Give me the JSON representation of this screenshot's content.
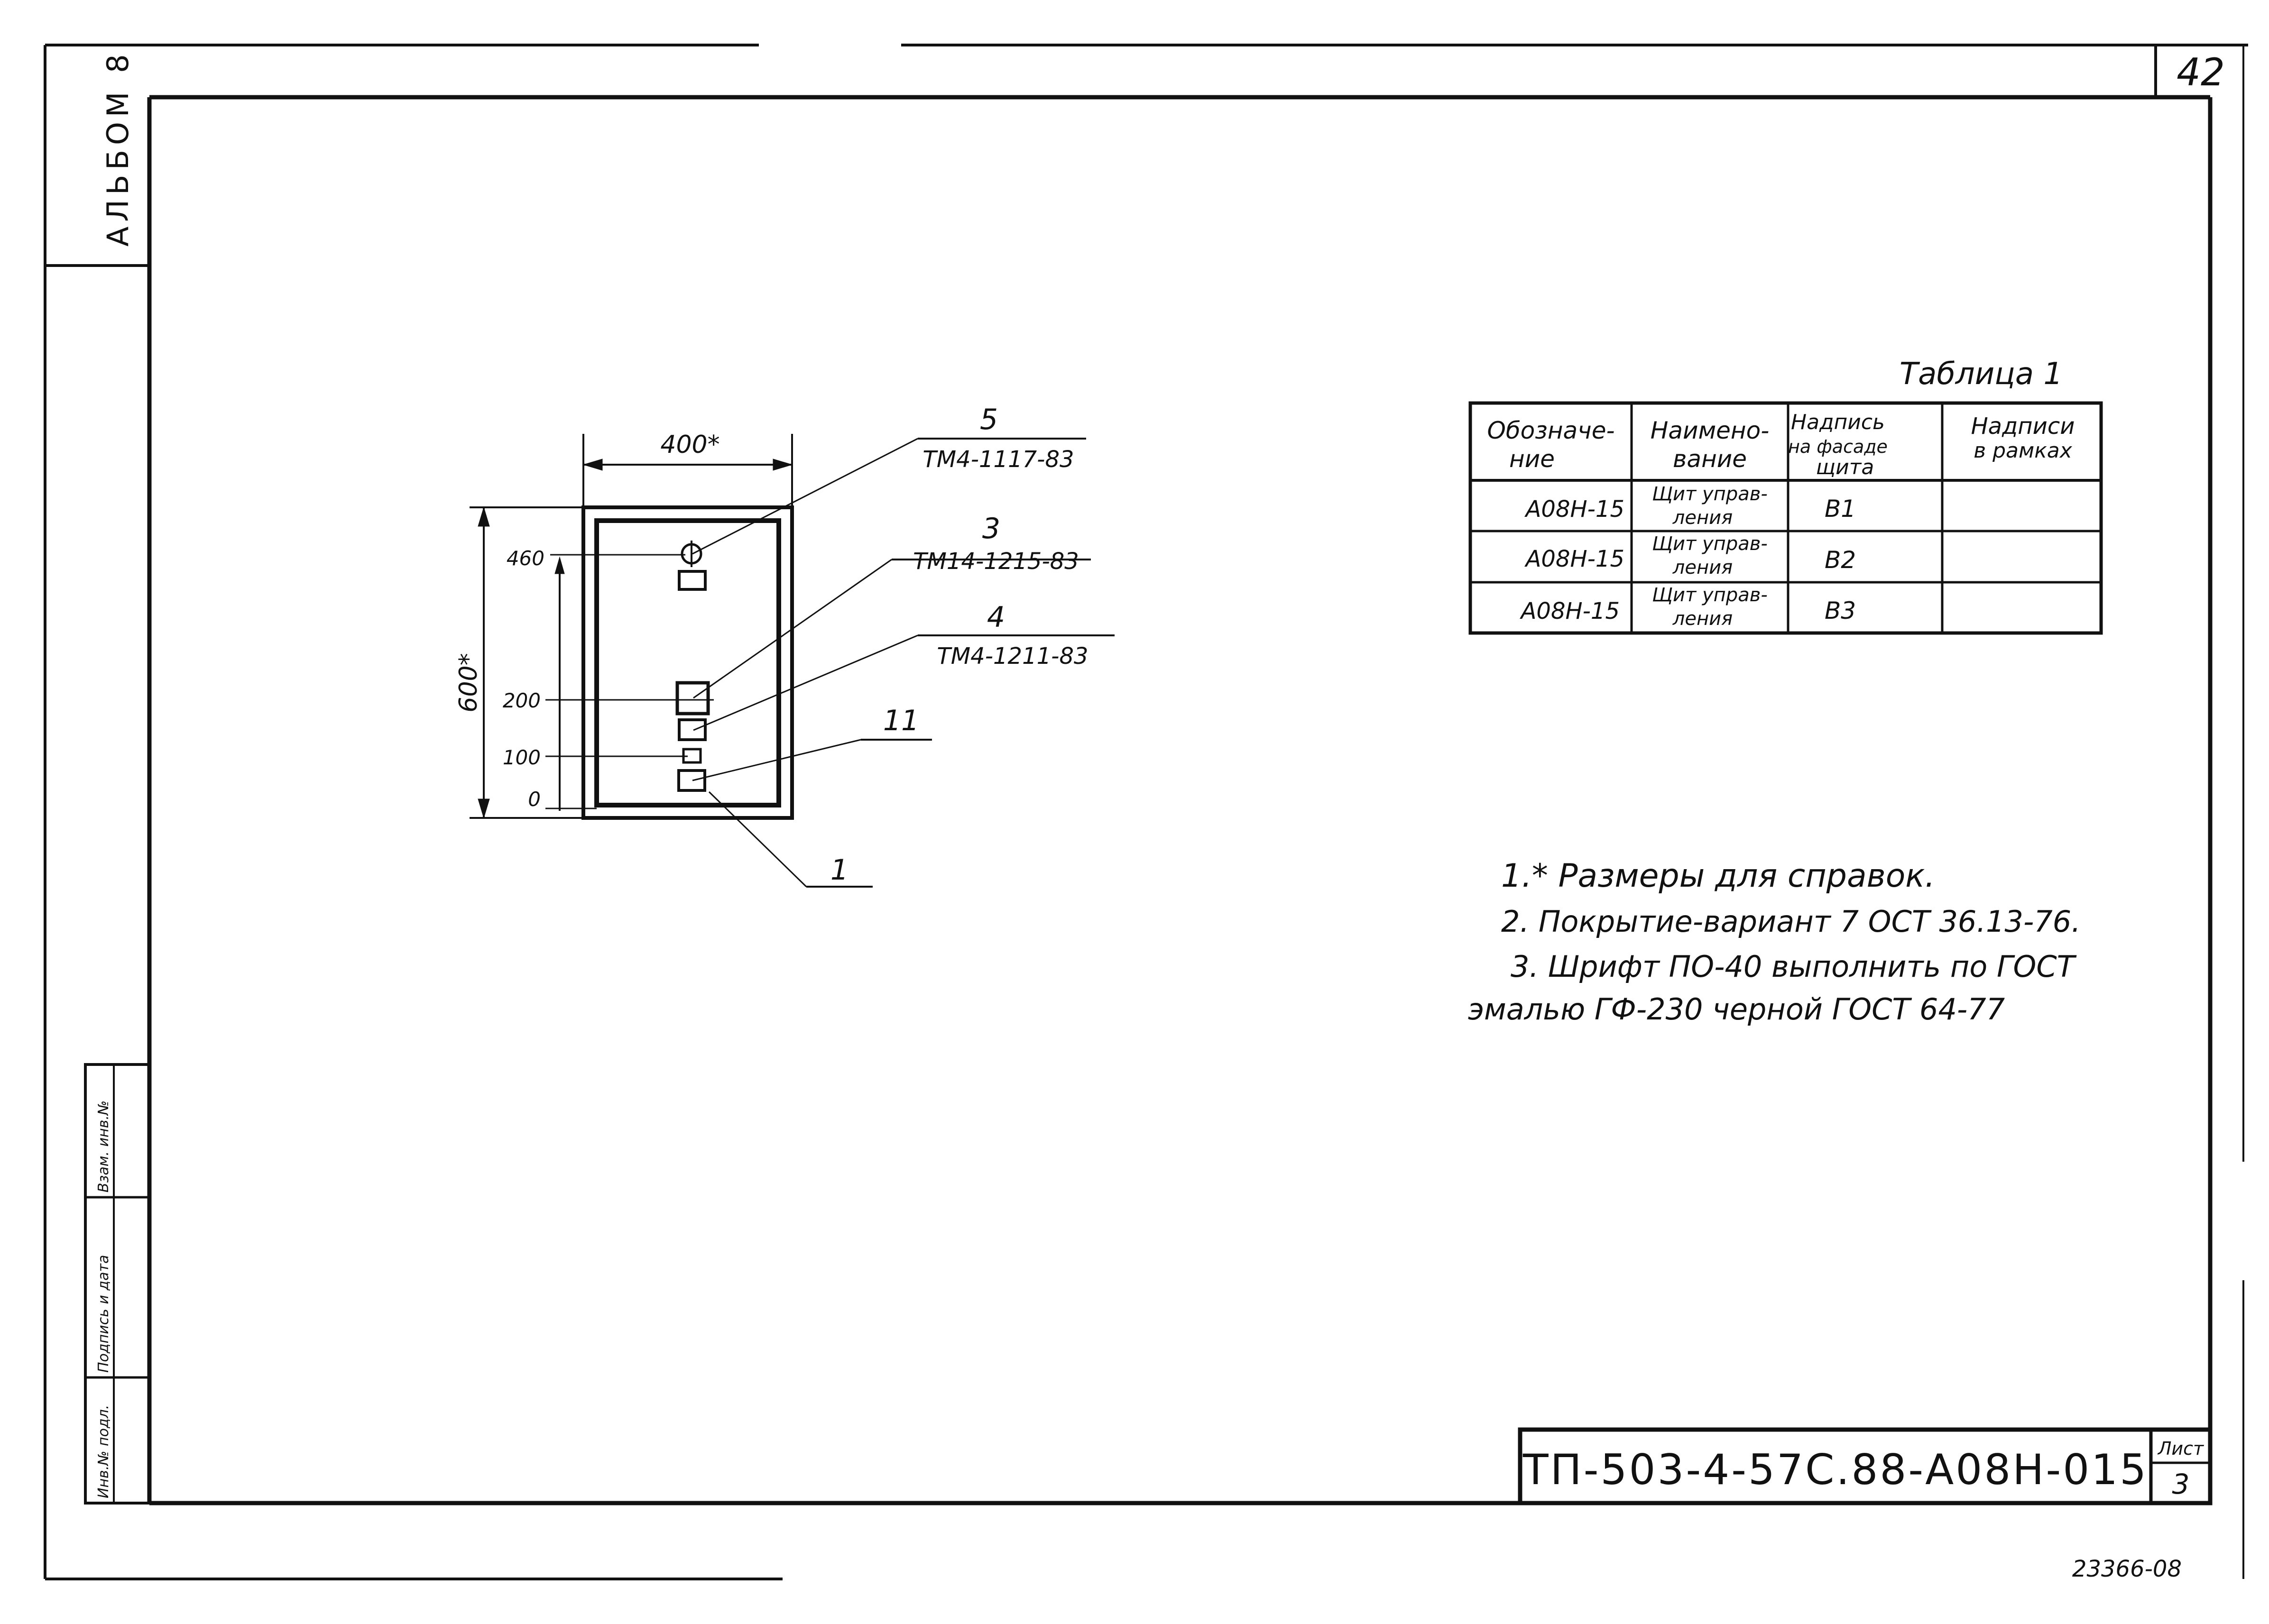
{
  "album_label": "АЛЬБОМ 8",
  "page_number": "42",
  "side_stamp": {
    "inventory_no": "Инв.№ подл.",
    "signature_date": "Подпись и дата",
    "replacement_no": "Взам. инв.№"
  },
  "drawing": {
    "width_dim": "400*",
    "height_dim": "600*",
    "y_marks": [
      "460",
      "200",
      "100",
      "0"
    ],
    "callouts": [
      {
        "number": "5",
        "code": "ТМ4-1117-83"
      },
      {
        "number": "3",
        "code": "ТМ14-1215-83"
      },
      {
        "number": "4",
        "code": "ТМ4-1211-83"
      },
      {
        "number": "11",
        "code": ""
      },
      {
        "number": "1",
        "code": ""
      }
    ]
  },
  "table": {
    "caption": "Таблица 1",
    "headers": [
      [
        "Обозначе-",
        "ние"
      ],
      [
        "Наимено-",
        "вание"
      ],
      [
        "Надпись",
        "на фасаде",
        "щита"
      ],
      [
        "Надписи",
        "в рамках"
      ]
    ],
    "rows": [
      {
        "designation": "А08Н-15",
        "name": [
          "Щит управ-",
          "ления"
        ],
        "facade": "В1",
        "frames": ""
      },
      {
        "designation": "А08Н-15",
        "name": [
          "Щит управ-",
          "ления"
        ],
        "facade": "В2",
        "frames": ""
      },
      {
        "designation": "А08Н-15",
        "name": [
          "Щит управ-",
          "ления"
        ],
        "facade": "В3",
        "frames": ""
      }
    ]
  },
  "notes": [
    "1.* Размеры для справок.",
    "2. Покрытие-вариант 7 ОСТ 36.13-76.",
    "3. Шрифт ПО-40 выполнить по ГОСТ",
    "эмалью ГФ-230 черной ГОСТ 64-77"
  ],
  "title_block": {
    "code": "ТП-503-4-57С.88-А08Н-015",
    "sheet_label": "Лист",
    "sheet_number": "3"
  },
  "archive_number": "23366-08"
}
